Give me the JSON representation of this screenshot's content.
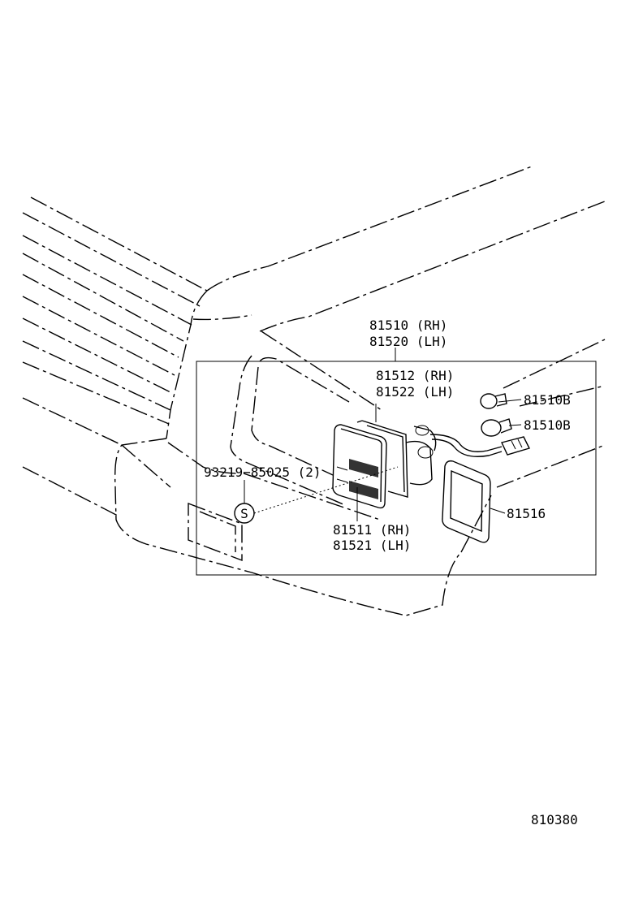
{
  "labels": {
    "assembly_rh": "81510 (RH)",
    "assembly_lh": "81520 (LH)",
    "housing_rh": "81512 (RH)",
    "housing_lh": "81522 (LH)",
    "bulb_a": "81510B",
    "bulb_b": "81510B",
    "screw": "93219−85025 (2)",
    "screw_symbol": "S",
    "gasket": "81516",
    "lens_rh": "81511 (RH)",
    "lens_lh": "81521 (LH)"
  },
  "figure_number": "810380"
}
